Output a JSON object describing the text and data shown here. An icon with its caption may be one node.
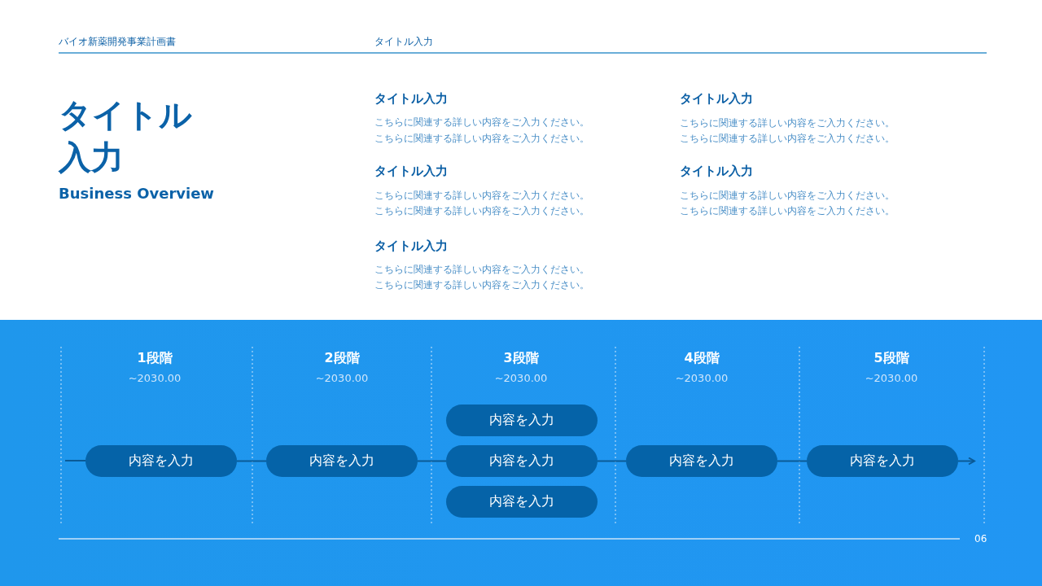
{
  "diagram": {
    "nodes": [
      {
        "text": [
          "内容を入力"
        ]
      },
      {
        "text": [
          "内容を入力"
        ]
      },
      {
        "text": [
          "内容を入力"
        ]
      },
      {
        "text": [
          "内容を入力"
        ]
      },
      {
        "text": [
          "内容を入力"
        ]
      },
      {
        "text": [
          "内容を入力"
        ]
      },
      {
        "text": [
          "内容を入力"
        ]
      }
    ],
    "edges": [
      {
        "from": null,
        "to": 0,
        "arrow": "none"
      },
      {
        "from": 0,
        "to": 1,
        "arrow": "none"
      },
      {
        "from": 1,
        "to": 3,
        "arrow": "none"
      },
      {
        "from": 3,
        "to": 5,
        "arrow": "none"
      },
      {
        "from": 5,
        "to": 6,
        "arrow": "none"
      },
      {
        "from": 6,
        "to": null,
        "arrow": "to"
      }
    ],
    "labels": [
      "バイオ新薬開発事業計画書",
      "タイトル入力",
      "タイトル入力",
      "Business Overview",
      "タイトル入力",
      "こちらに関連する詳しい内容をご入力ください。",
      "こちらに関連する詳しい内容をご入力ください。",
      "タイトル入力",
      "こちらに関連する詳しい内容をご入力ください。",
      "こちらに関連する詳しい内容をご入力ください。",
      "タイトル入力",
      "こちらに関連する詳しい内容をご入力ください。",
      "こちらに関連する詳しい内容をご入力ください。",
      "タイトル入力",
      "こちらに関連する詳しい内容をご入力ください。",
      "こちらに関連する詳しい内容をご入力ください。",
      "タイトル入力",
      "こちらに関連する詳しい内容をご入力ください。",
      "こちらに関連する詳しい内容をご入力ください。",
      "1段階",
      "~2030.00",
      "2段階",
      "~2030.00",
      "3段階",
      "~2030.00",
      "4段階",
      "~2030.00",
      "5段階",
      "~2030.00",
      "06"
    ]
  }
}
